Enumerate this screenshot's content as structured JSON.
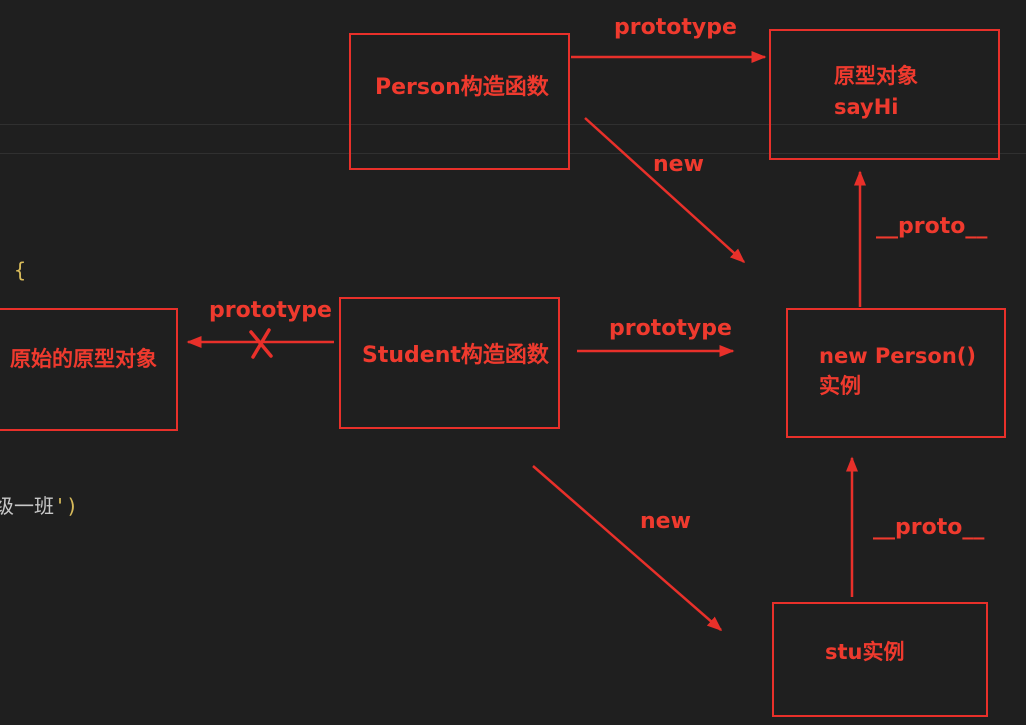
{
  "colors": {
    "background": "#1f1f1f",
    "diagram_red": "#e8302a",
    "code_yellow": "#d7ba5a"
  },
  "code_fragments": {
    "brace": "{",
    "string_tail": "级一班",
    "string_close": "')"
  },
  "nodes": {
    "person_constructor": "Person构造函数",
    "prototype_object_line1": "原型对象",
    "prototype_object_line2": "sayHi",
    "original_prototype": "原始的原型对象",
    "student_constructor": "Student构造函数",
    "person_instance_line1": "new Person()",
    "person_instance_line2": "实例",
    "stu_instance": "stu实例"
  },
  "edges": {
    "person_to_proto": "prototype",
    "person_to_instance": "new",
    "instance_to_proto": "__proto__",
    "student_to_original": "prototype",
    "student_to_instance": "prototype",
    "student_to_stu": "new",
    "stu_to_instance": "__proto__"
  }
}
